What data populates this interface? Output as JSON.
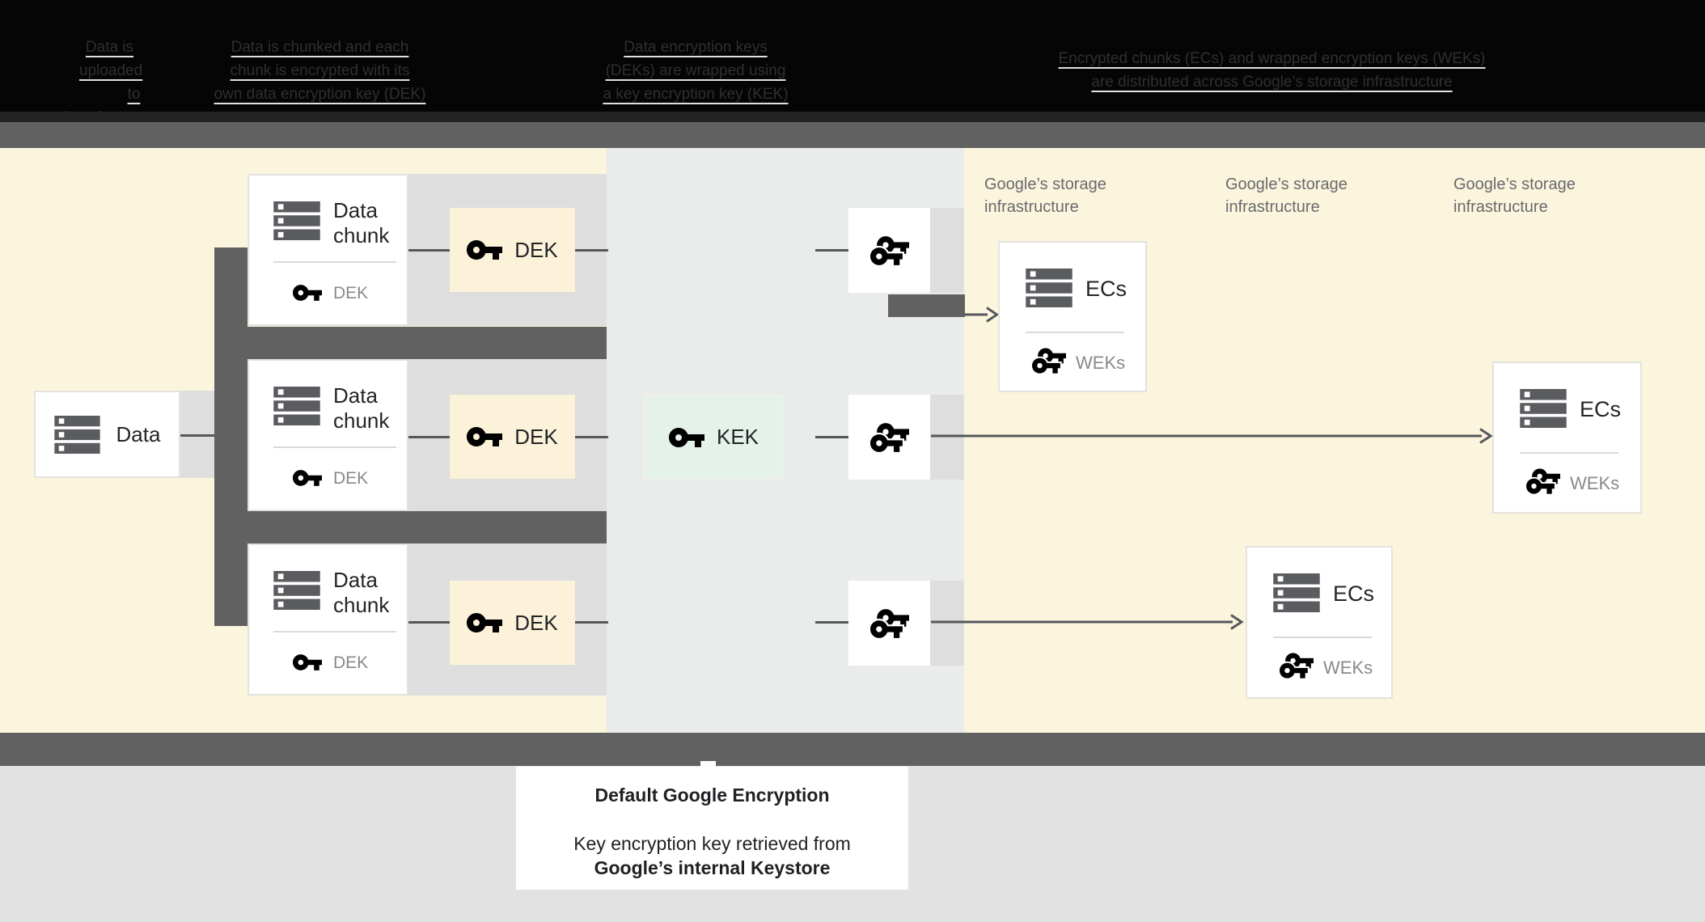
{
  "banner": {
    "steps": [
      {
        "lines": [
          "Data is",
          "uploaded",
          "to Google"
        ]
      },
      {
        "lines": [
          "Data is chunked and each",
          "chunk is encrypted with its",
          "own data encryption key (DEK)"
        ]
      },
      {
        "lines": [
          "Data encryption keys",
          "(DEKs) are wrapped using",
          "a key encryption key (KEK)"
        ]
      },
      {
        "lines": [
          "Encrypted chunks (ECs) and wrapped encryption keys (WEKs)",
          "are distributed across Google’s storage infrastructure"
        ]
      }
    ]
  },
  "diagram": {
    "data_box": {
      "label": "Data"
    },
    "chunk_boxes": [
      {
        "title": "Data chunk",
        "key_label": "DEK"
      },
      {
        "title": "Data chunk",
        "key_label": "DEK"
      },
      {
        "title": "Data chunk",
        "key_label": "DEK"
      }
    ],
    "dek_boxes": [
      {
        "label": "DEK"
      },
      {
        "label": "DEK"
      },
      {
        "label": "DEK"
      }
    ],
    "kek_box": {
      "label": "KEK"
    },
    "storage_labels": [
      "Google’s storage infrastructure",
      "Google’s storage infrastructure",
      "Google’s storage infrastructure"
    ],
    "ec_boxes": [
      {
        "title": "ECs",
        "key_label": "WEKs"
      },
      {
        "title": "ECs",
        "key_label": "WEKs"
      },
      {
        "title": "ECs",
        "key_label": "WEKs"
      }
    ]
  },
  "caption": {
    "title": "Default Google Encryption",
    "body_line1": "Key encryption key retrieved from",
    "body_line2": "Google’s internal Keystore"
  },
  "colors": {
    "banner_bg": "#050505",
    "band_gray": "#616161",
    "cream_bg": "#FCF5DE",
    "zone_bg": "#E9ECEB",
    "row_strip": "#DEDEDE",
    "dek_fill": "#FCF2D9",
    "kek_fill": "#E4F2E9",
    "icon_dark": "#55585B",
    "text_dark": "#232528",
    "text_gray": "#87898C",
    "storage_text": "#67696C",
    "bottom_bg": "#E2E2E2"
  }
}
